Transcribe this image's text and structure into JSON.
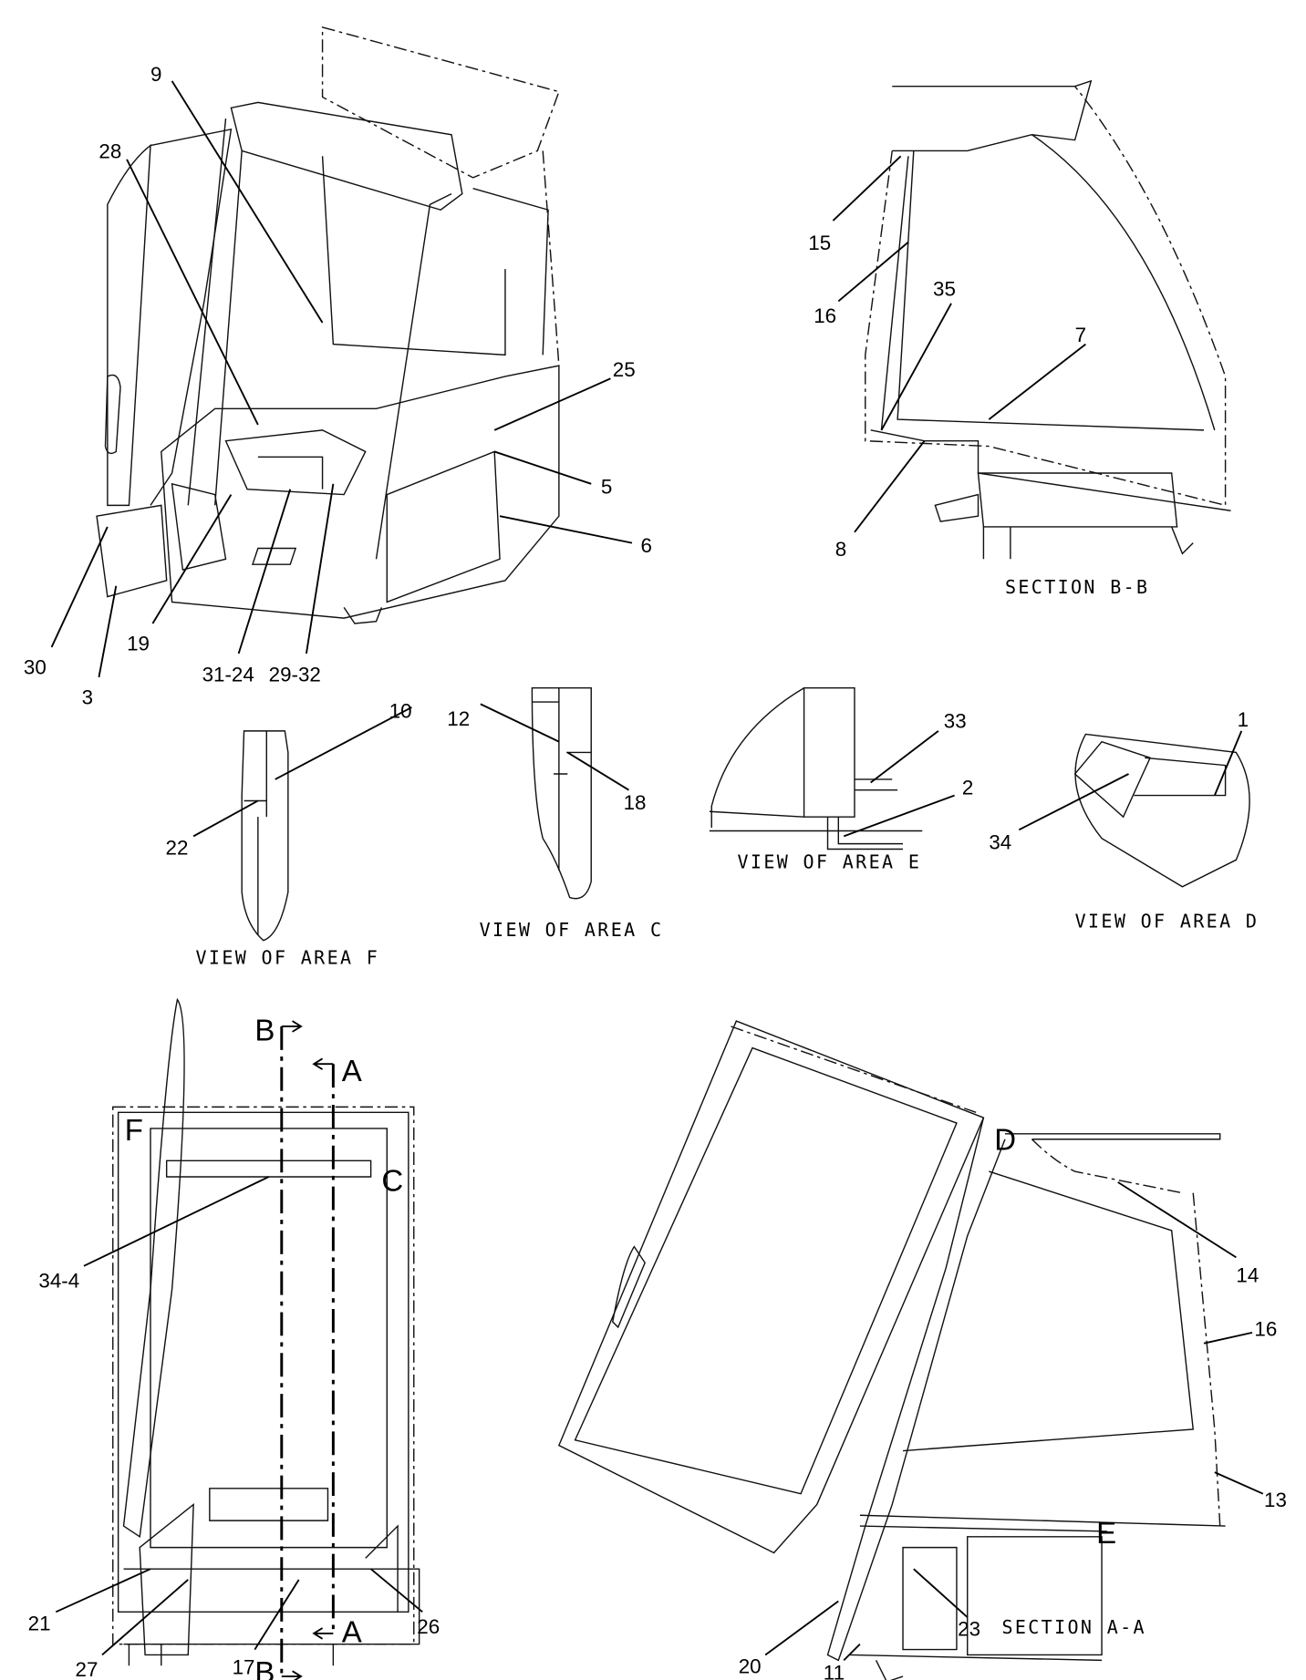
{
  "callouts": {
    "c9": "9",
    "c28": "28",
    "c25": "25",
    "c5": "5",
    "c6": "6",
    "c30": "30",
    "c19": "19",
    "c3": "3",
    "c31_24": "31-24",
    "c29_32": "29-32",
    "c15": "15",
    "c16a": "16",
    "c35": "35",
    "c7": "7",
    "c8": "8",
    "c12": "12",
    "c10": "10",
    "c18": "18",
    "c22": "22",
    "c33": "33",
    "c2": "2",
    "c1": "1",
    "c34": "34",
    "c34_4": "34-4",
    "c21": "21",
    "c27": "27",
    "c17": "17",
    "c26": "26",
    "c14": "14",
    "c16b": "16",
    "c13": "13",
    "c20": "20",
    "c11": "11",
    "c23": "23"
  },
  "captions": {
    "section_bb": "SECTION B-B",
    "section_aa": "SECTION A-A",
    "view_f": "VIEW OF AREA F",
    "view_c": "VIEW OF AREA C",
    "view_e": "VIEW OF AREA E",
    "view_d": "VIEW OF AREA D"
  },
  "markers": {
    "b_top": "B",
    "a_top": "A",
    "b_bottom": "B",
    "a_bottom": "A",
    "f": "F",
    "c": "C",
    "d": "D",
    "e": "E"
  }
}
